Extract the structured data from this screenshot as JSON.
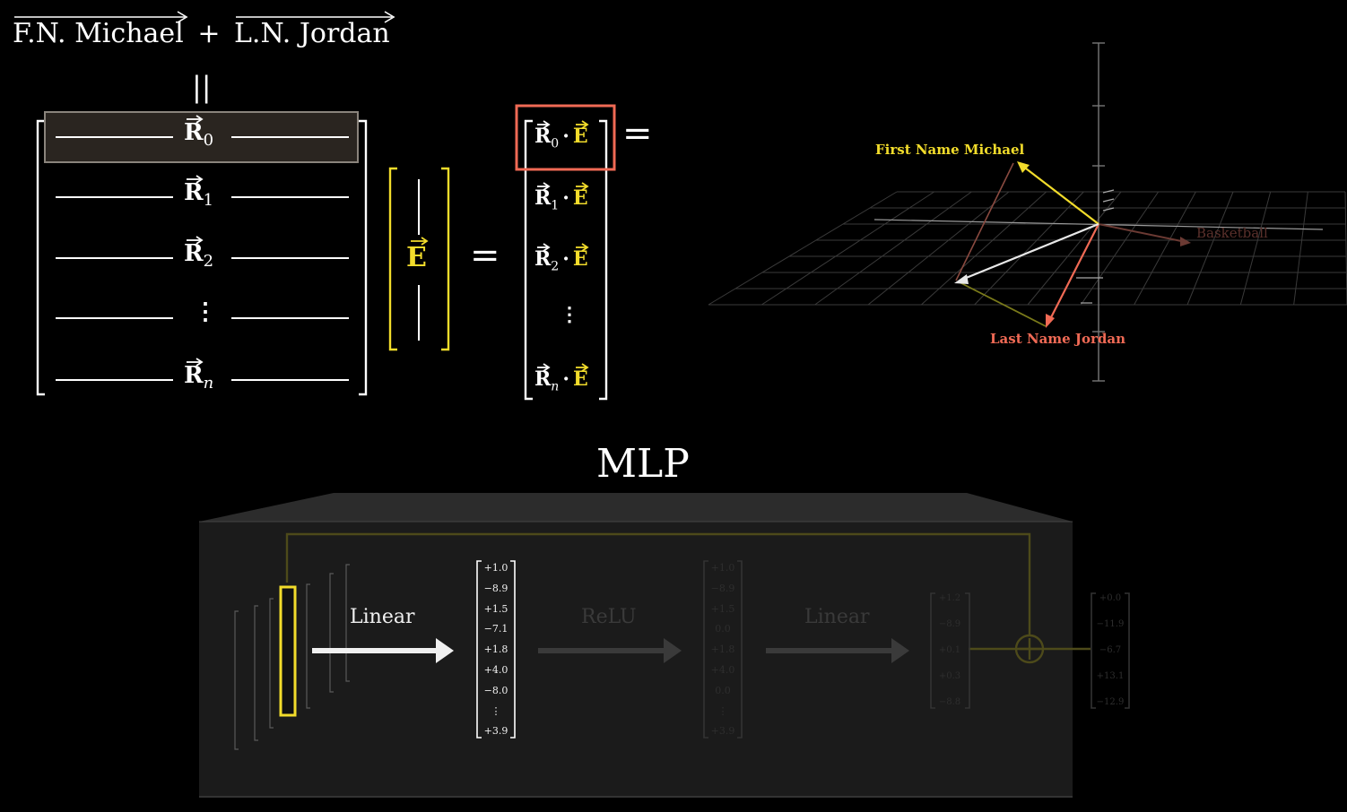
{
  "equation": {
    "first_term": "F.N. Michael",
    "plus": "+",
    "second_term": "L.N. Jordan",
    "equals_vertical": "||"
  },
  "matrix": {
    "rows": [
      {
        "base": "R",
        "sub": "0"
      },
      {
        "base": "R",
        "sub": "1"
      },
      {
        "base": "R",
        "sub": "2"
      },
      {
        "base": "⋮",
        "sub": ""
      },
      {
        "base": "R",
        "sub": "n"
      }
    ]
  },
  "vector_e": "E",
  "equals": "=",
  "results": [
    {
      "r": "R",
      "sub": "0",
      "dot": "·",
      "e": "E"
    },
    {
      "r": "R",
      "sub": "1",
      "dot": "·",
      "e": "E"
    },
    {
      "r": "R",
      "sub": "2",
      "dot": "·",
      "e": "E"
    },
    {
      "r": "⋮",
      "sub": "",
      "dot": "",
      "e": ""
    },
    {
      "r": "R",
      "sub": "n",
      "dot": "·",
      "e": "E"
    }
  ],
  "equals_after_highlight": "=",
  "plot3d": {
    "label_first_name": "First Name Michael",
    "label_last_name": "Last Name Jordan",
    "label_basketball": "Basketball",
    "colors": {
      "first": "#f2dc2b",
      "last": "#f06a55",
      "basketball": "#6b3a33",
      "sum": "#e8e8e8"
    }
  },
  "mlp": {
    "title": "MLP",
    "step1_label": "Linear",
    "step2_label": "ReLU",
    "step3_label": "Linear",
    "vector1": [
      "+1.0",
      "−8.9",
      "+1.5",
      "−7.1",
      "+1.8",
      "+4.0",
      "−8.0",
      "⋮",
      "+3.9"
    ],
    "vector2": [
      "+1.0",
      "−8.9",
      "+1.5",
      "0.0",
      "+1.8",
      "+4.0",
      "0.0",
      "⋮",
      "+3.9"
    ],
    "vector3": [
      "+1.2",
      "−8.9",
      "+0.1",
      "+0.3",
      "−8.8"
    ],
    "vector4": [
      "+0.0",
      "−11.9",
      "−6.7",
      "+13.1",
      "−12.9"
    ]
  },
  "colors": {
    "accent_yellow": "#f2dc2b",
    "highlight_red": "#f06a55",
    "background": "#000000"
  }
}
